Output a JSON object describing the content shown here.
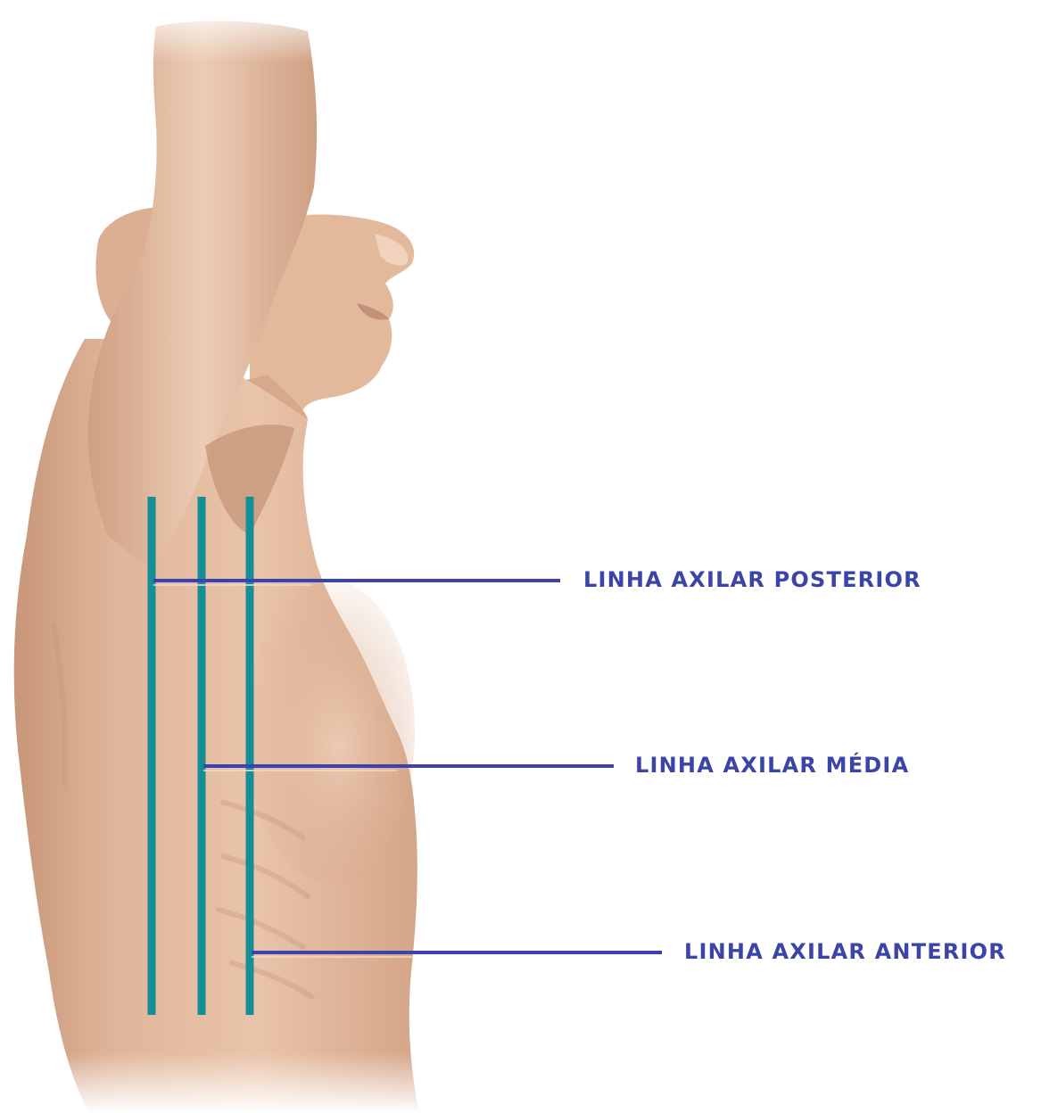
{
  "labels": {
    "posterior": "LINHA AXILAR POSTERIOR",
    "media": "LINHA AXILAR MÉDIA",
    "anterior": "LINHA AXILAR ANTERIOR"
  },
  "colors": {
    "background": "#ffffff",
    "vertical_lines": "#138f95",
    "leader_lines": "#3b43b0",
    "label_text": "#3b44a8",
    "skin_base": "#e2b99d",
    "skin_shadow": "#c9977a",
    "skin_highlight": "#f4dccb"
  }
}
